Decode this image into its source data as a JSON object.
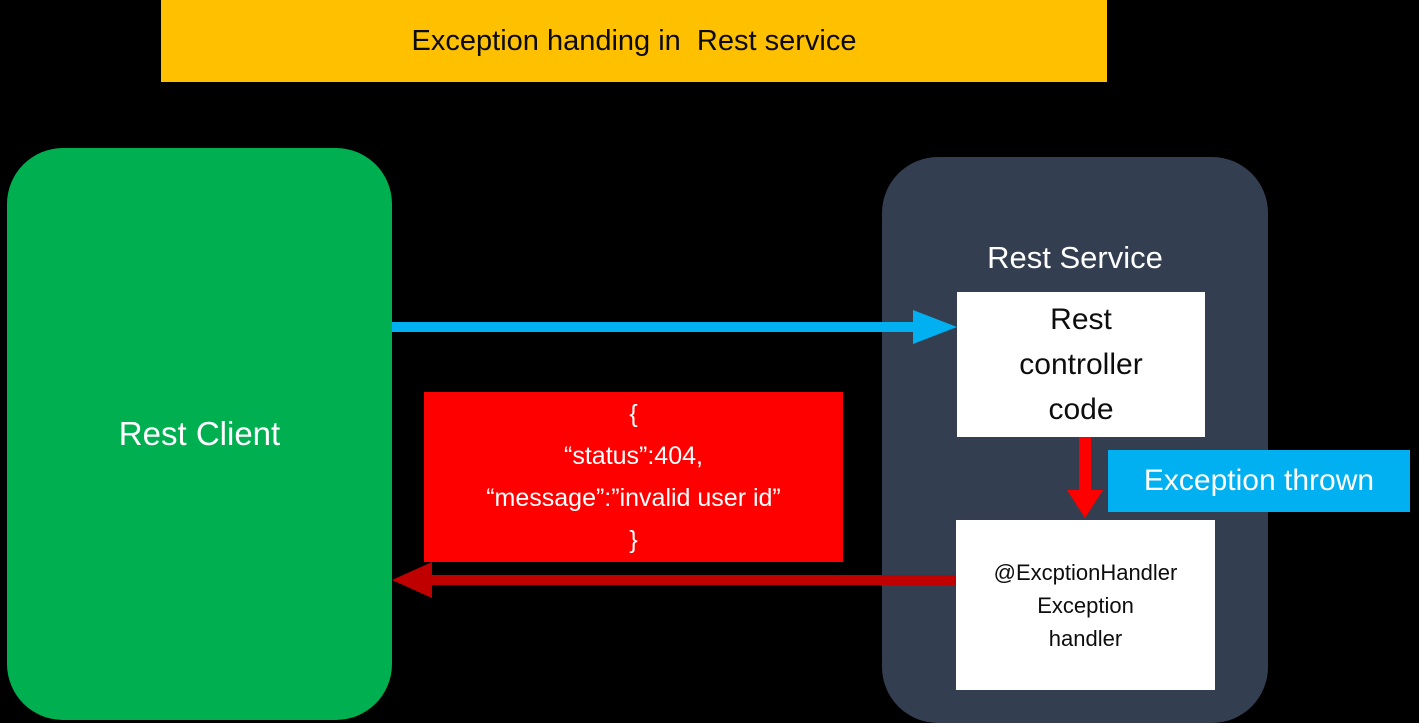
{
  "title": {
    "text": "Exception handing in  Rest service",
    "bg": "#FFC000"
  },
  "client": {
    "label": "Rest Client",
    "bg": "#00B050"
  },
  "service": {
    "label": "Rest Service",
    "bg": "#333F50",
    "controller": {
      "lines": [
        "Rest",
        "controller",
        "code"
      ]
    },
    "handler": {
      "lines": [
        "@ExcptionHandler",
        "Exception",
        "handler"
      ]
    }
  },
  "request_arrow": {
    "color": "#00B0F0"
  },
  "exception_arrow": {
    "color": "#FF0000",
    "label": "Exception thrown",
    "label_bg": "#00B0F0"
  },
  "response": {
    "payload_lines": [
      "{",
      "“status”:404,",
      "“message”:”invalid user id”",
      "}"
    ],
    "box_bg": "#FF0000",
    "arrow_color": "#C00000"
  }
}
